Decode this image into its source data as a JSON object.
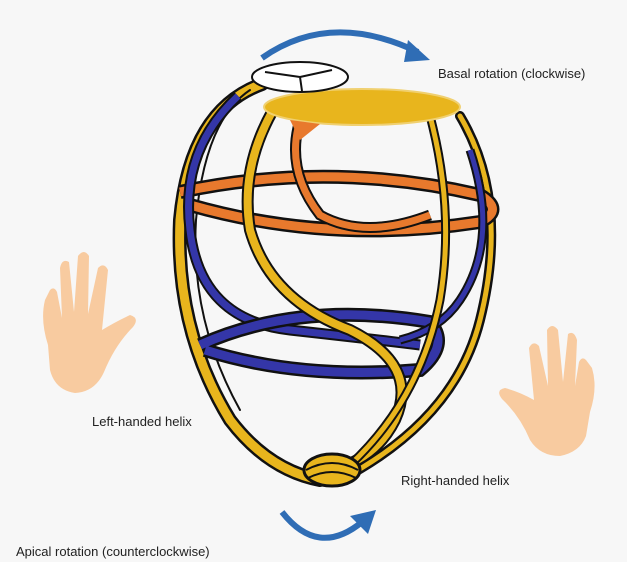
{
  "labels": {
    "basal_rotation": "Basal rotation (clockwise)",
    "left_helix": "Left-handed helix",
    "right_helix": "Right-handed helix",
    "apical_rotation": "Apical rotation (counterclockwise)"
  },
  "colors": {
    "background": "#f7f7f7",
    "arrow": "#2f6db5",
    "yellow_fiber": "#e8b51d",
    "orange_fiber": "#e8792d",
    "blue_fiber": "#3436a8",
    "outline": "#111111",
    "hand": "#f8cba0"
  },
  "icons": {
    "left_hand": "left-hand-icon",
    "right_hand": "right-hand-icon",
    "clockwise_arrow": "clockwise-arrow-icon",
    "counterclockwise_arrow": "counterclockwise-arrow-icon"
  }
}
